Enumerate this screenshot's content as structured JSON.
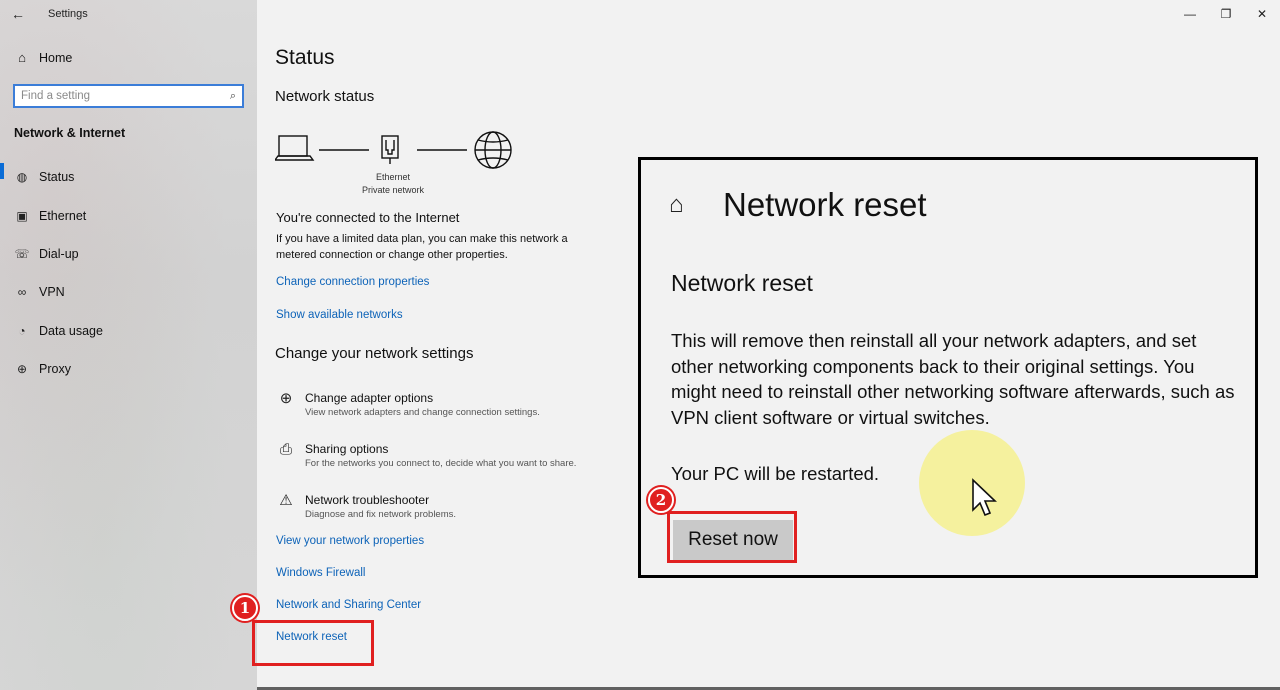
{
  "window": {
    "title": "Settings",
    "back_icon": "arrow-left-icon",
    "controls": {
      "minimize": "—",
      "restore": "❐",
      "close": "✕"
    }
  },
  "sidebar": {
    "home_label": "Home",
    "search_placeholder": "Find a setting",
    "section_title": "Network & Internet",
    "items": [
      {
        "label": "Status",
        "icon": "globe-status-icon",
        "glyph": "◍",
        "active": true
      },
      {
        "label": "Ethernet",
        "icon": "ethernet-icon",
        "glyph": "▣",
        "active": false
      },
      {
        "label": "Dial-up",
        "icon": "dialup-icon",
        "glyph": "☏",
        "active": false
      },
      {
        "label": "VPN",
        "icon": "vpn-icon",
        "glyph": "∞",
        "active": false
      },
      {
        "label": "Data usage",
        "icon": "data-usage-icon",
        "glyph": "◔",
        "active": false
      },
      {
        "label": "Proxy",
        "icon": "proxy-icon",
        "glyph": "⊕",
        "active": false
      }
    ]
  },
  "main": {
    "title": "Status",
    "network_status_heading": "Network status",
    "diagram": {
      "device_label": "Ethernet",
      "network_label": "Private network"
    },
    "connected_title": "You're connected to the Internet",
    "connected_desc": "If you have a limited data plan, you can make this network a metered connection or change other properties.",
    "links_top": {
      "change_connection": "Change connection properties",
      "show_networks": "Show available networks"
    },
    "change_heading": "Change your network settings",
    "options": [
      {
        "title": "Change adapter options",
        "subtitle": "View network adapters and change connection settings.",
        "icon": "adapter-globe-icon",
        "glyph": "⊕"
      },
      {
        "title": "Sharing options",
        "subtitle": "For the networks you connect to, decide what you want to share.",
        "icon": "sharing-icon",
        "glyph": "⎙"
      },
      {
        "title": "Network troubleshooter",
        "subtitle": "Diagnose and fix network problems.",
        "icon": "warning-icon",
        "glyph": "⚠"
      }
    ],
    "links_bottom": {
      "view_properties": "View your network properties",
      "firewall": "Windows Firewall",
      "sharing_center": "Network and Sharing Center",
      "network_reset": "Network reset"
    }
  },
  "annotations": {
    "step1": "1",
    "step2": "2"
  },
  "zoom_panel": {
    "home_glyph": "⌂",
    "title": "Network reset",
    "subtitle": "Network reset",
    "description": "This will remove then reinstall all your network adapters, and set other networking components back to their original settings. You might need to reinstall other networking software afterwards, such as VPN client software or virtual switches.",
    "restart_note": "Your PC will be restarted.",
    "reset_button": "Reset now"
  },
  "colors": {
    "accent": "#0a6cd6",
    "link": "#0d63b8",
    "annotation_red": "#e02020",
    "highlight": "#f5f082"
  }
}
